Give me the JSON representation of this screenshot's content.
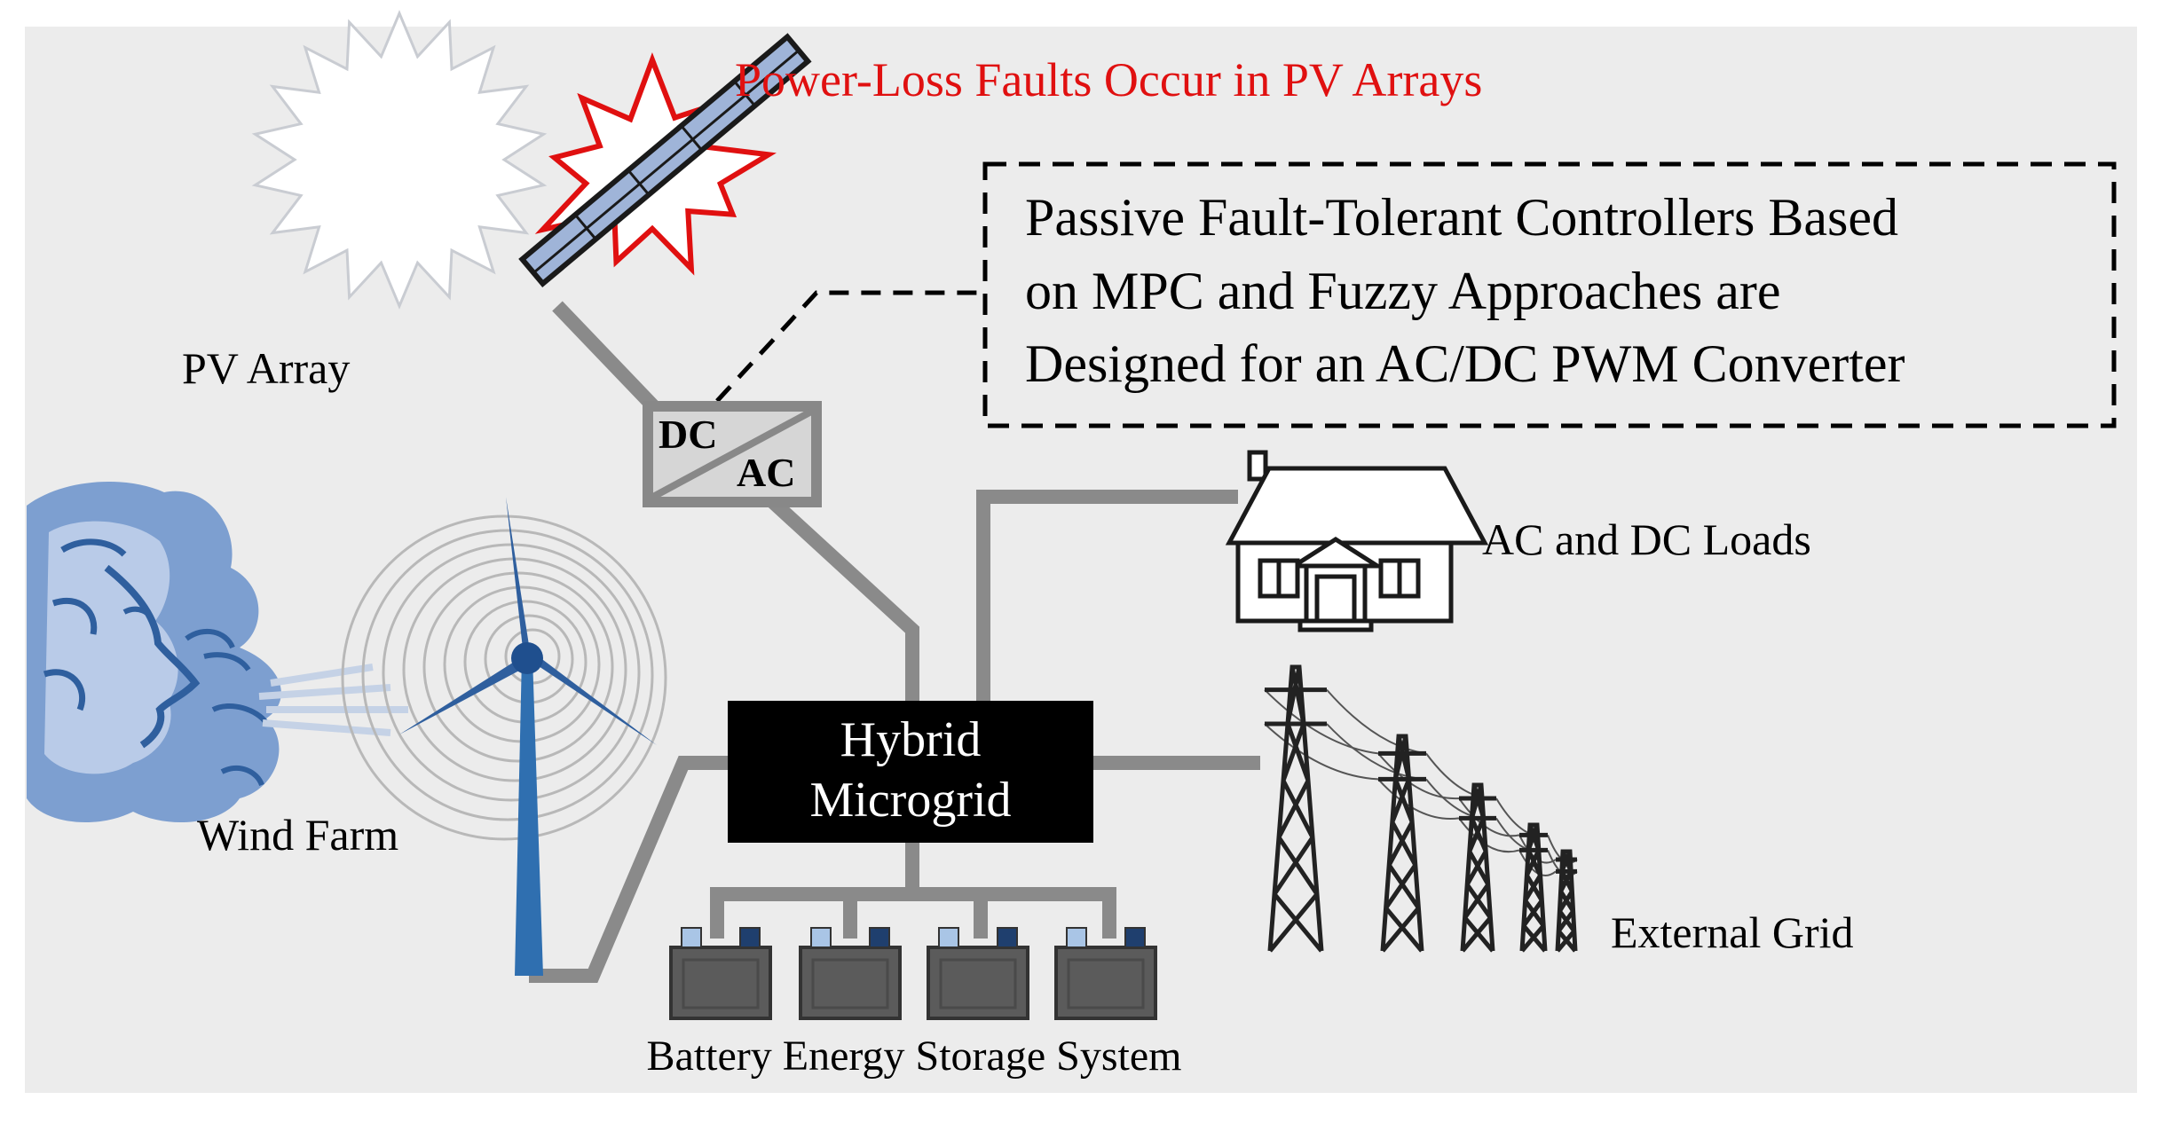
{
  "labels": {
    "fault_title": "Power-Loss Faults Occur in PV Arrays",
    "callout_line1": "Passive Fault-Tolerant Controllers Based",
    "callout_line2": "on MPC and Fuzzy Approaches are",
    "callout_line3": "Designed for an AC/DC PWM Converter",
    "pv_array": "PV Array",
    "converter_dc": "DC",
    "converter_ac": "AC",
    "wind_farm": "Wind Farm",
    "hub_line1": "Hybrid",
    "hub_line2": "Microgrid",
    "loads": "AC and DC Loads",
    "external_grid": "External Grid",
    "battery": "Battery Energy Storage System"
  },
  "colors": {
    "background": "#ececec",
    "wire": "#8a8a8a",
    "fault": "#e01010",
    "solar_panel": "#9fb4d8",
    "wind": "#2f5f9e",
    "hub": "#000000",
    "battery": "#5b5b5b",
    "battery_terminal_light": "#a9c5e6",
    "battery_terminal_dark": "#1f3f6e"
  },
  "icons": [
    "sun-icon",
    "explosion-icon",
    "solar-panel-icon",
    "converter-icon",
    "wind-face-icon",
    "wind-turbine-icon",
    "house-icon",
    "battery-icon",
    "transmission-tower-icon"
  ]
}
